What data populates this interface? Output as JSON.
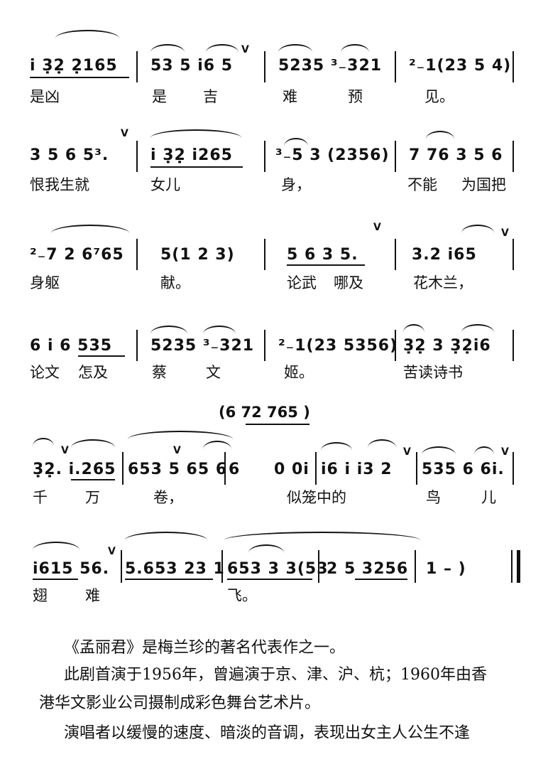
{
  "score": {
    "rows": [
      {
        "notes": [
          "i 3̣2̣  2̣165",
          "53 5   i6 5",
          "5235  ³₋321",
          "²₋1(23   5 4)"
        ],
        "lyrics": [
          "是凶",
          "是",
          "吉",
          "难",
          "预",
          "见。"
        ]
      },
      {
        "notes": [
          "3 5 6 5³.",
          "i 3̣2̣   i265",
          "³₋5 3  (2356)",
          "7 76  3 5 6"
        ],
        "lyrics": [
          "恨我生就",
          "女儿",
          "身，",
          "不能",
          "为国把"
        ]
      },
      {
        "notes": [
          "²₋7 2   6⁷65",
          "5(1    2 3)",
          "5 6   3 5.",
          "3.2   i65"
        ],
        "lyrics": [
          "身躯",
          "献。",
          "论武",
          "哪及",
          "花木兰，"
        ]
      },
      {
        "notes": [
          "6 i   6 535",
          "5235  ³₋321",
          "²₋1(23  5356)",
          "3̣2̣ 3   3̣2̣i6"
        ],
        "lyrics": [
          "论文",
          "怎及",
          "蔡",
          "文",
          "姬。",
          "苦读诗书"
        ]
      },
      {
        "notes": [
          "3̣2̣.  i.265",
          "653 5  65 6",
          "6",
          "0 0i",
          "i6 i   i3 2",
          "535 6  6i."
        ],
        "lyrics": [
          "千",
          "万",
          "卷，",
          "似笼中的",
          "鸟",
          "儿"
        ]
      },
      {
        "notes": [
          "i615  56.",
          "5.653  23 1",
          "653 3  3(53",
          "2 5  3256",
          "1   –  )"
        ],
        "lyrics": [
          "翅",
          "难",
          "飞。"
        ]
      }
    ],
    "interlude": "(6 72  765 )"
  },
  "text": {
    "p1": "《孟丽君》是梅兰珍的著名代表作之一。",
    "p2_line1": "此剧首演于1956年，曾遍演于京、津、沪、杭；1960年由香",
    "p2_line2": "港华文影业公司摄制成彩色舞台艺术片。",
    "p3_line1": "演唱者以缓慢的速度、暗淡的音调，表现出女主人公生不逢"
  }
}
